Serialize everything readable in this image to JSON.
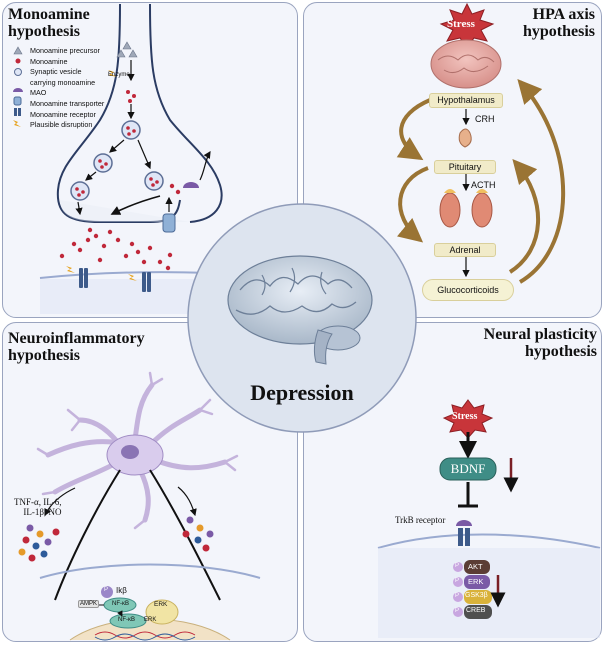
{
  "monoamine": {
    "title_line1": "Monoamine",
    "title_line2": "hypothesis",
    "legend": {
      "precursor": "Monoamine precursor",
      "monoamine": "Monoamine",
      "vesicle_line1": "Synaptic vesicle",
      "vesicle_line2": "carrying monoamine",
      "mao": "MAO",
      "transporter": "Monoamine transporter",
      "receptor": "Monoamine receptor",
      "disruption": "Plausible disruption"
    },
    "enzyme_label": "Enzyme"
  },
  "hpa": {
    "title_line1": "HPA axis",
    "title_line2": "hypothesis",
    "stress": "Stress",
    "hypothalamus": "Hypothalamus",
    "crh": "CRH",
    "pituitary": "Pituitary",
    "acth": "ACTH",
    "adrenal": "Adrenal",
    "glucocorticoids": "Glucocorticoids"
  },
  "neuroinflammatory": {
    "title_line1": "Neuroinflammatory",
    "title_line2": "hypothesis",
    "cytokines_line1": "TNF-α, IL-6,",
    "cytokines_line2": "IL-1β,  NO",
    "p": "P",
    "ikb": "Ikβ",
    "ampk": "AMPK",
    "nfkb": "NF-κB",
    "erk": "ERK"
  },
  "plasticity": {
    "title_line1": "Neural plasticity",
    "title_line2": "hypothesis",
    "stress": "Stress",
    "bdnf": "BDNF",
    "trkb": "TrkB receptor",
    "p": "P",
    "akt": "AKT",
    "erk": "ERK",
    "gsk3b": "GSK3β",
    "creb": "CREB"
  },
  "center": {
    "title": "Depression"
  },
  "colors": {
    "panel_bg": "#f3f5fb",
    "panel_border": "#9aa4bf",
    "stress_red": "#c8353a",
    "bdnf_teal": "#3f8d86",
    "arrow_brown": "#9a7434",
    "down_arrow": "#7a1f25"
  }
}
